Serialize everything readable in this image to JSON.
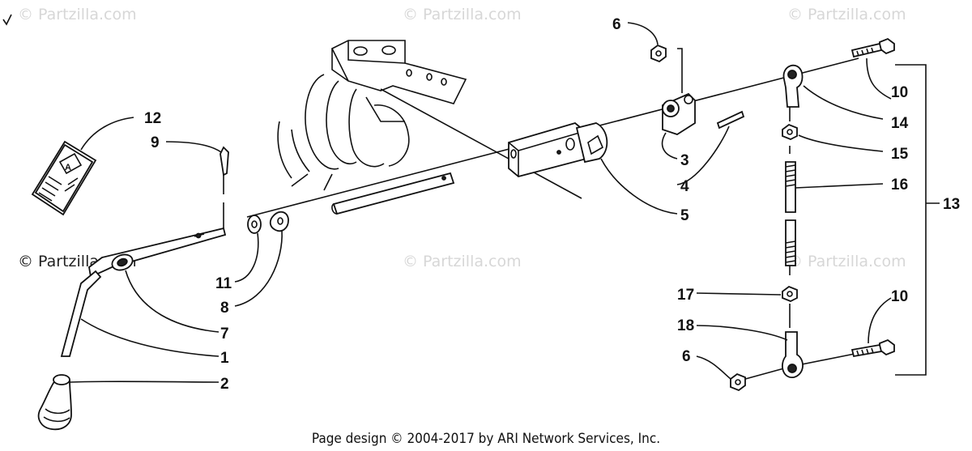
{
  "watermarks": {
    "top_left": "© Partzilla.com",
    "top_center": "© Partzilla.com",
    "top_right": "© Partzilla.com",
    "mid_left": "© Partzilla.com",
    "mid_center": "© Partzilla.com",
    "mid_right": "© Partzilla.com"
  },
  "footer": "Page design © 2004-2017 by ARI Network Services, Inc.",
  "callouts": {
    "c1": "1",
    "c2": "2",
    "c3": "3",
    "c4": "4",
    "c5": "5",
    "c6a": "6",
    "c6b": "6",
    "c7": "7",
    "c8": "8",
    "c9": "9",
    "c10a": "10",
    "c10b": "10",
    "c11": "11",
    "c12": "12",
    "c13": "13",
    "c14": "14",
    "c15": "15",
    "c16": "16",
    "c17": "17",
    "c18": "18"
  },
  "decal_glyph": "A"
}
